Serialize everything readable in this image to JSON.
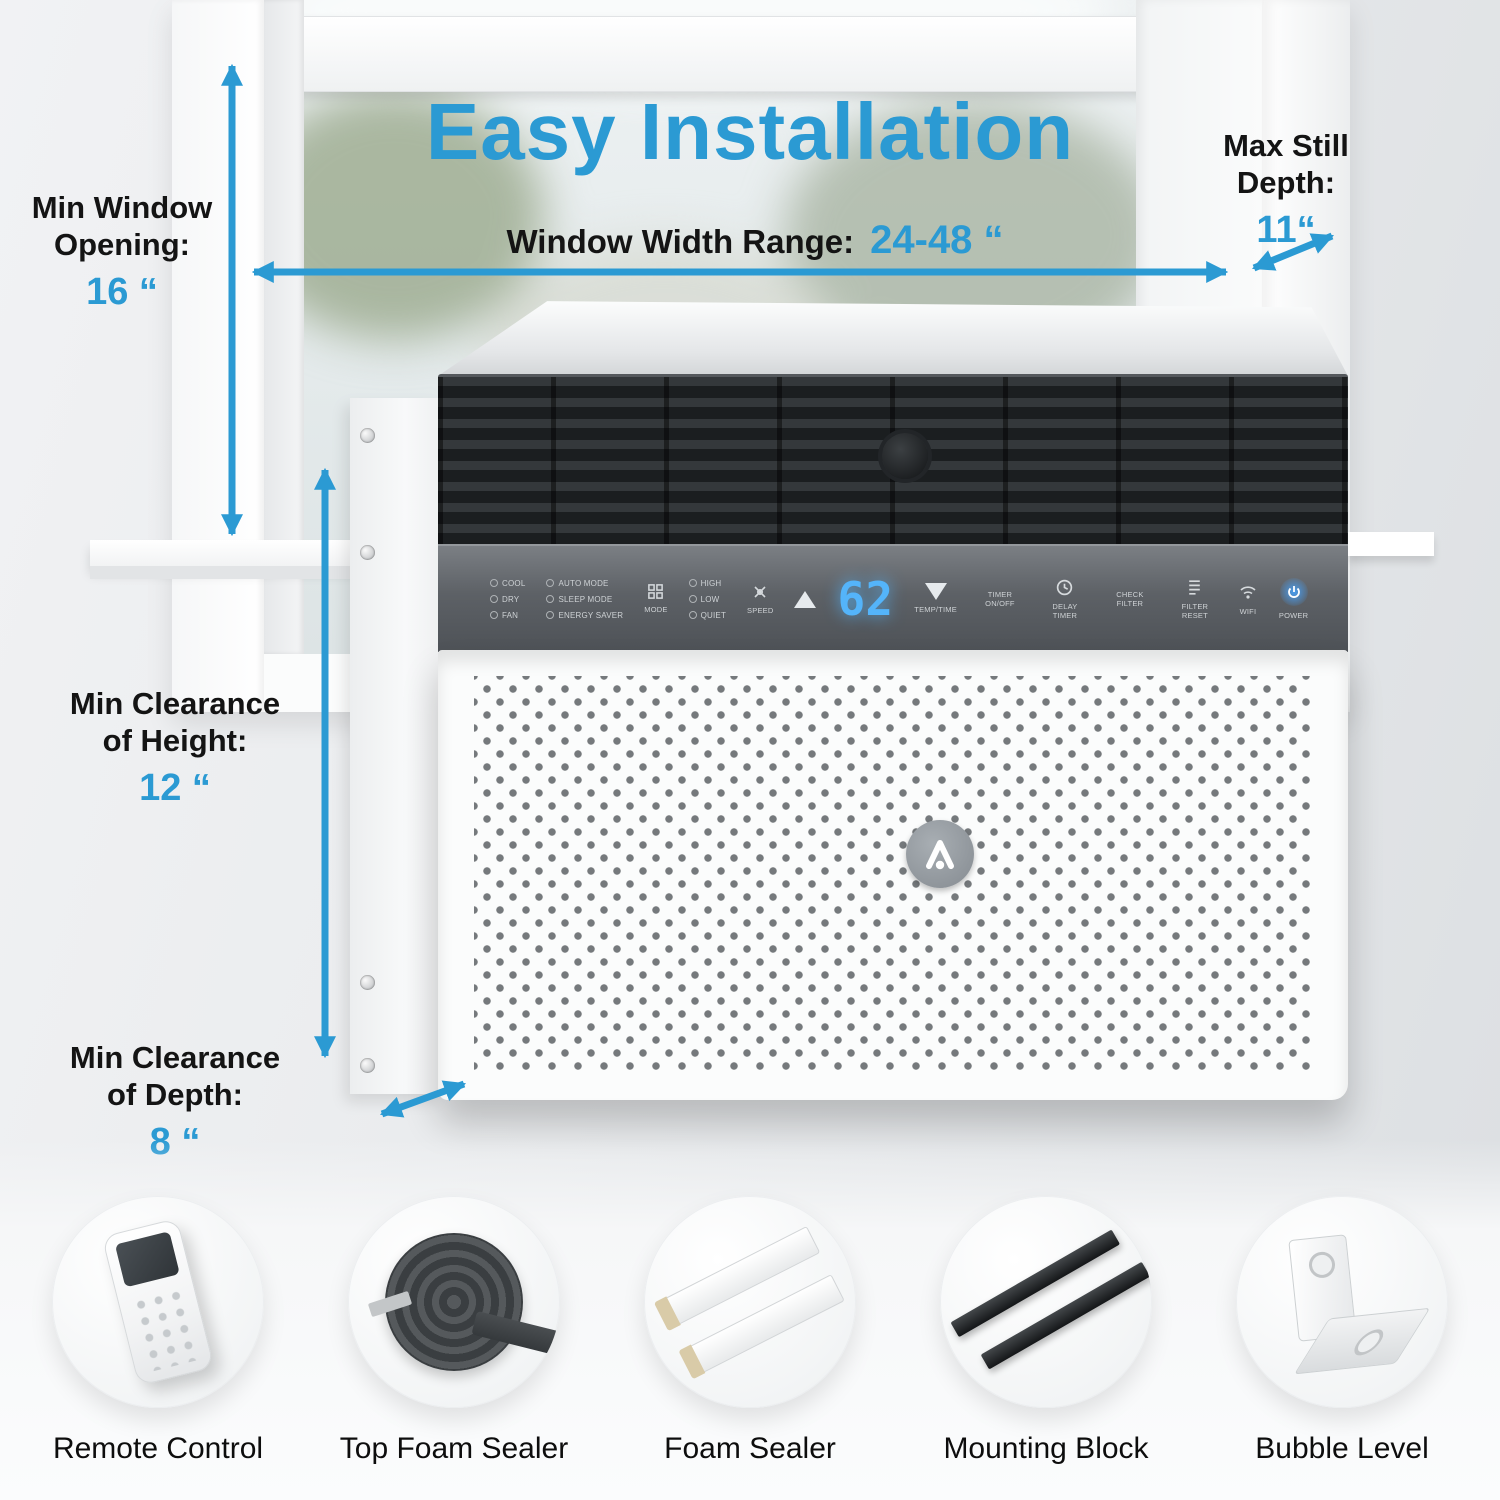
{
  "title": "Easy Installation",
  "measurements": {
    "min_window_opening": {
      "label": "Min Window Opening:",
      "value": "16 “"
    },
    "window_width": {
      "label": "Window Width Range:",
      "value": "24-48 “"
    },
    "max_still_depth": {
      "label": "Max Still Depth:",
      "value": "11“"
    },
    "min_clearance_height": {
      "label": "Min Clearance of Height:",
      "value": "12 “"
    },
    "min_clearance_depth": {
      "label": "Min Clearance of Depth:",
      "value": "8 “"
    }
  },
  "ac_panel": {
    "display": "62",
    "modes_col1": [
      "COOL",
      "DRY",
      "FAN"
    ],
    "modes_col2": [
      "AUTO MODE",
      "SLEEP MODE",
      "ENERGY SAVER"
    ],
    "mode_button": "MODE",
    "speeds": [
      "HIGH",
      "LOW",
      "QUIET"
    ],
    "speed_button": "SPEED",
    "temp_time": "TEMP/TIME",
    "timer": "TIMER ON/OFF",
    "delay_timer": "DELAY TIMER",
    "check_filter": "CHECK FILTER",
    "filter_reset": "FILTER RESET",
    "wifi": "WIFI",
    "power": "POWER"
  },
  "accessories": [
    {
      "name": "Remote Control"
    },
    {
      "name": "Top Foam Sealer"
    },
    {
      "name": "Foam Sealer"
    },
    {
      "name": "Mounting Block"
    },
    {
      "name": "Bubble Level"
    }
  ],
  "colors": {
    "accent": "#2B9AD3",
    "display_blue": "#54B4FA",
    "label_black": "#141414"
  }
}
